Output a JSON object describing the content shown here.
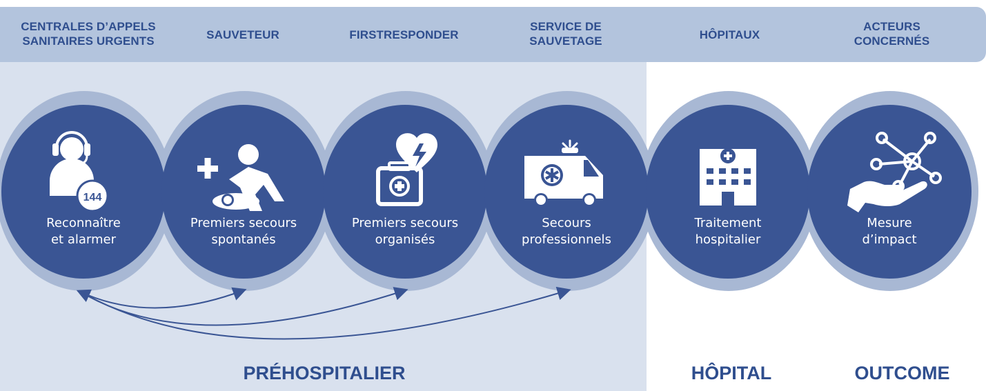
{
  "headers": [
    {
      "line1": "CENTRALES D’APPELS",
      "line2": "SANITAIRES URGENTS"
    },
    {
      "line1": "SAUVETEUR",
      "line2": ""
    },
    {
      "line1": "FIRSTRESPONDER",
      "line2": ""
    },
    {
      "line1": "SERVICE DE",
      "line2": "SAUVETAGE"
    },
    {
      "line1": "HÔPITAUX",
      "line2": ""
    },
    {
      "line1": "ACTEURS",
      "line2": "CONCERNÉS"
    }
  ],
  "steps": [
    {
      "line1": "Reconnaître",
      "line2": "et alarmer",
      "icon": "operator-headset-icon",
      "badge": "144"
    },
    {
      "line1": "Premiers secours",
      "line2": "spontanés",
      "icon": "cpr-icon"
    },
    {
      "line1": "Premiers secours",
      "line2": "organisés",
      "icon": "first-aid-kit-defibrillator-icon"
    },
    {
      "line1": "Secours",
      "line2": "professionnels",
      "icon": "ambulance-icon"
    },
    {
      "line1": "Traitement",
      "line2": "hospitalier",
      "icon": "hospital-building-icon"
    },
    {
      "line1": "Mesure",
      "line2": "d’impact",
      "icon": "network-hand-icon"
    }
  ],
  "phases": {
    "prehospital": "PRÉHOSPITALIER",
    "hospital": "HÔPITAL",
    "outcome": "OUTCOME"
  },
  "colors": {
    "dark_blue": "#3a5594",
    "ring": "#a8b8d4",
    "header": "#b3c4dd",
    "prehospital_bg": "#d9e1ee",
    "text_blue": "#2f4e8e"
  }
}
